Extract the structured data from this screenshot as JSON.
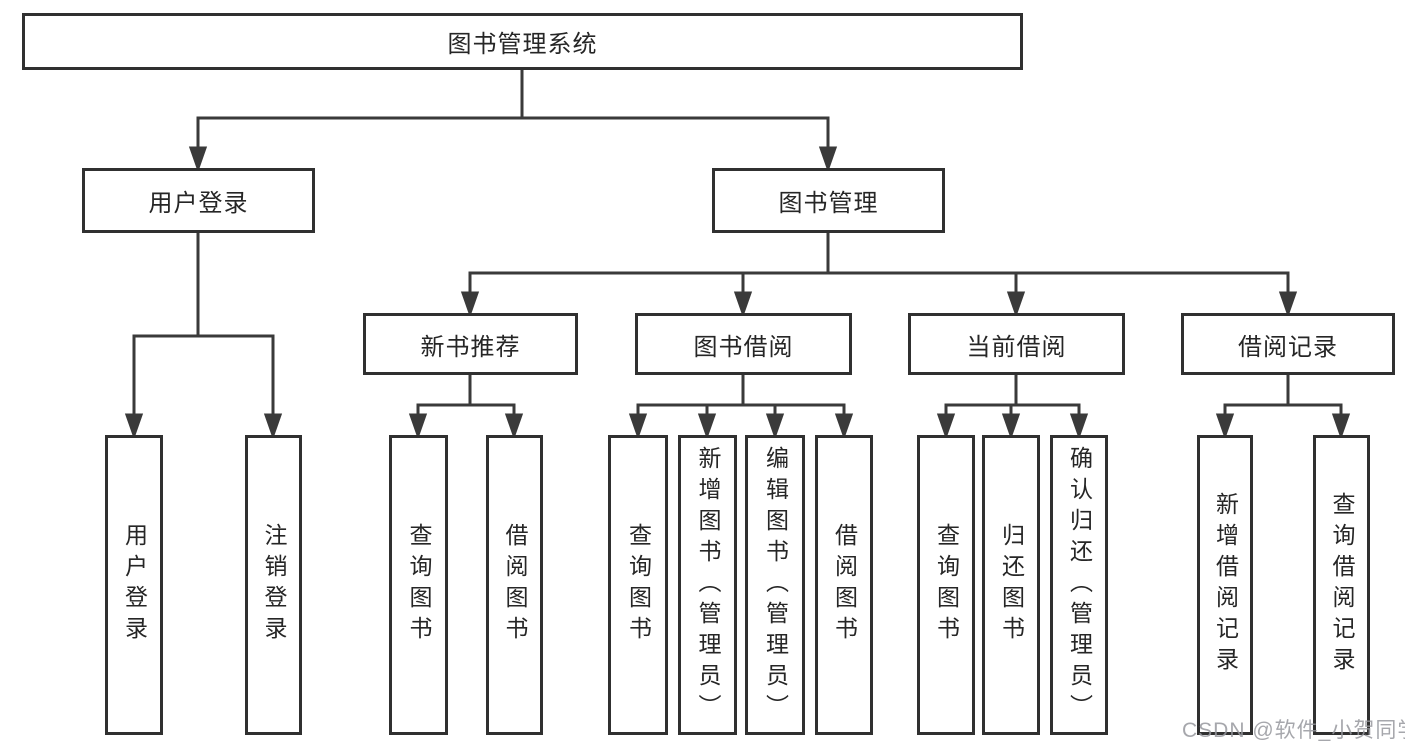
{
  "diagram": {
    "watermark": "CSDN @软件_小贺同学",
    "colors": {
      "line": "#3a3a3a",
      "box_border": "#303030",
      "text": "#262626",
      "watermark": "#96989e",
      "background": "#ffffff"
    },
    "tree": {
      "root": {
        "label": "图书管理系统",
        "children": [
          {
            "label": "用户登录",
            "children": [
              {
                "label": "用户登录"
              },
              {
                "label": "注销登录"
              }
            ]
          },
          {
            "label": "图书管理",
            "children": [
              {
                "label": "新书推荐",
                "children": [
                  {
                    "label": "查询图书"
                  },
                  {
                    "label": "借阅图书"
                  }
                ]
              },
              {
                "label": "图书借阅",
                "children": [
                  {
                    "label": "查询图书"
                  },
                  {
                    "label": "新增图书（管理员）"
                  },
                  {
                    "label": "编辑图书（管理员）"
                  },
                  {
                    "label": "借阅图书"
                  }
                ]
              },
              {
                "label": "当前借阅",
                "children": [
                  {
                    "label": "查询图书"
                  },
                  {
                    "label": "归还图书"
                  },
                  {
                    "label": "确认归还（管理员）"
                  }
                ]
              },
              {
                "label": "借阅记录",
                "children": [
                  {
                    "label": "新增借阅记录"
                  },
                  {
                    "label": "查询借阅记录"
                  }
                ]
              }
            ]
          }
        ]
      }
    }
  }
}
